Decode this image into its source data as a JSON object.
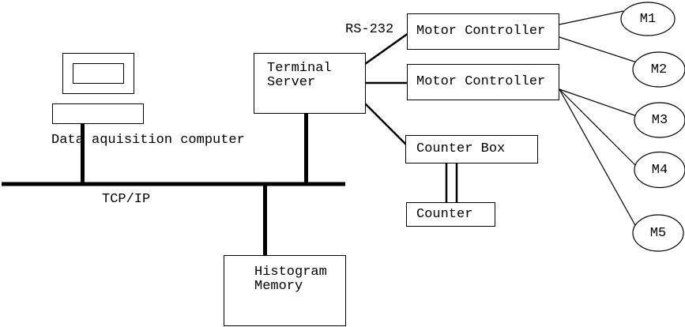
{
  "colors": {
    "stroke": "#000000",
    "background": "#ffffff",
    "box_fill": "#ffffff"
  },
  "computer": {
    "caption": "Data aquisition computer"
  },
  "network": {
    "bus_label": "TCP/IP",
    "serial_label": "RS-232"
  },
  "boxes": {
    "terminal_server": "Terminal\nServer",
    "motor_controller_1": "Motor Controller",
    "motor_controller_2": "Motor Controller",
    "counter_box": "Counter Box",
    "counter": "Counter",
    "histogram_memory": "Histogram\nMemory"
  },
  "motors": [
    {
      "label": "M1"
    },
    {
      "label": "M2"
    },
    {
      "label": "M3"
    },
    {
      "label": "M4"
    },
    {
      "label": "M5"
    }
  ]
}
